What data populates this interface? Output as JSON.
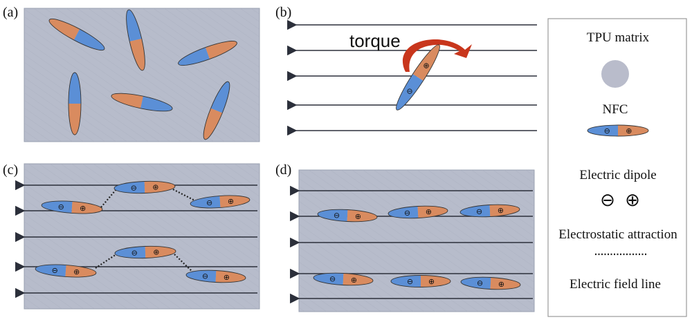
{
  "panels": {
    "a": {
      "label": "(a)"
    },
    "b": {
      "label": "(b)",
      "torque_text": "torque"
    },
    "c": {
      "label": "(c)"
    },
    "d": {
      "label": "(d)"
    }
  },
  "symbols": {
    "minus": "⊖",
    "plus": "⊕"
  },
  "legend": {
    "matrix_label": "TPU matrix",
    "nfc_label": "NFC",
    "dipole_label": "Electric dipole",
    "attraction_label": "Electrostatic attraction",
    "fieldline_label": "Electric field line"
  },
  "colors": {
    "matrix_fill": "#b7bccb",
    "matrix_border": "#9aa0b0",
    "blue": "#5b8fd6",
    "orange": "#d98b5f",
    "field_line": "#2b2f3a",
    "torque_arrow": "#c8361c",
    "legend_circle": "#b9bccb"
  }
}
